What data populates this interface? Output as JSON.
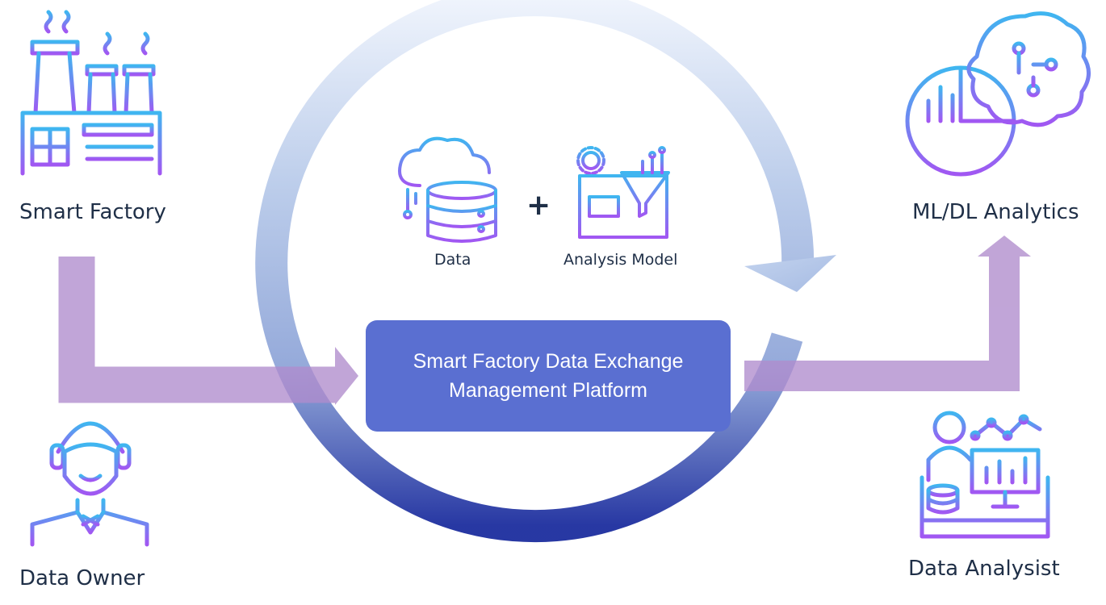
{
  "nodes": {
    "smart_factory": "Smart Factory",
    "data_owner": "Data Owner",
    "ml_dl_analytics": "ML/DL Analytics",
    "data_analysist": "Data Analysist",
    "data": "Data",
    "analysis_model": "Analysis Model",
    "plus": "+"
  },
  "platform": {
    "line1": "Smart Factory Data Exchange",
    "line2": "Management Platform"
  },
  "colors": {
    "flow_arrow": "#b08ccd",
    "cycle_light": "#e6eefb",
    "cycle_mid": "#a9bde3",
    "cycle_dark": "#1c2d9e",
    "platform_box": "#5a6fd1",
    "icon_gradient_top": "#3fb6f0",
    "icon_gradient_bottom": "#a157f2",
    "label_text": "#1f2f47"
  }
}
